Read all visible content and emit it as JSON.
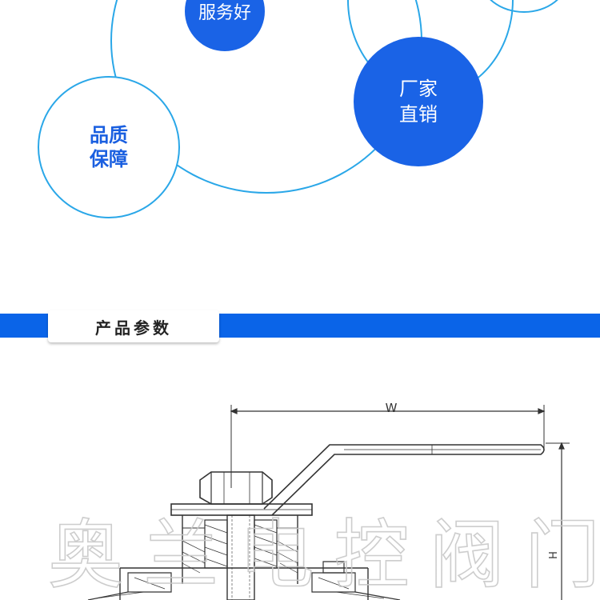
{
  "features": {
    "service": [
      "服务好"
    ],
    "factory": [
      "厂家",
      "直销"
    ],
    "quality": [
      "品质",
      "保障"
    ]
  },
  "section": {
    "title": "产品参数"
  },
  "drawing": {
    "dim_w": "W",
    "dim_h": "H"
  },
  "watermark": {
    "chars": [
      "奥",
      "兰",
      "电",
      "控",
      "阀",
      "门"
    ]
  },
  "colors": {
    "primary": "#1a63e6",
    "ring": "#2aa7e8",
    "bar": "#0a64e8"
  }
}
